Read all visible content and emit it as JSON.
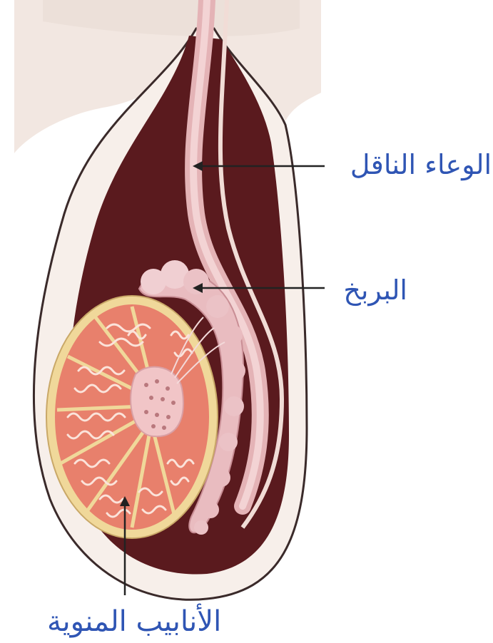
{
  "labels": {
    "vas_deferens": "الوعاء الناقل",
    "epididymis": "البربخ",
    "seminiferous_tubules": "الأنابيب المنوية"
  },
  "colors": {
    "label_text": "#2f55b4",
    "skin": "#f2e7e1",
    "scrotal_wall": "#f7efea",
    "outline": "#3a2a2a",
    "cavity": "#5a1a1e",
    "tunica": "#f0d89a",
    "lobule": "#e8806c",
    "tubule": "#fbe3da",
    "epididymis": "#e9bcc0",
    "arrow": "#222222"
  }
}
